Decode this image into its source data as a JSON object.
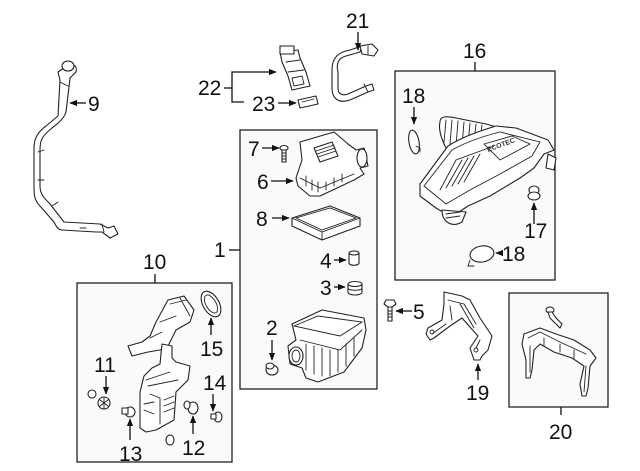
{
  "diagram": {
    "type": "exploded-parts-diagram",
    "subject": "Air intake / air cleaner assembly",
    "colors": {
      "line": "#222222",
      "box_fill": "#fafafa",
      "background": "#ffffff"
    },
    "groups": [
      {
        "id": "1",
        "label": "1",
        "contains": [
          "2",
          "3",
          "4",
          "6",
          "7",
          "8"
        ]
      },
      {
        "id": "10",
        "label": "10",
        "contains": [
          "11",
          "12",
          "13",
          "14",
          "15"
        ]
      },
      {
        "id": "16",
        "label": "16",
        "contains": [
          "17",
          "18",
          "18"
        ]
      },
      {
        "id": "20",
        "label": "20",
        "contains": []
      },
      {
        "id": "22",
        "label": "22",
        "contains": [
          "23"
        ]
      }
    ],
    "callouts": {
      "c1": "1",
      "c2": "2",
      "c3": "3",
      "c4": "4",
      "c5": "5",
      "c6": "6",
      "c7": "7",
      "c8": "8",
      "c9": "9",
      "c10": "10",
      "c11": "11",
      "c12": "12",
      "c13": "13",
      "c14": "14",
      "c15": "15",
      "c16": "16",
      "c17": "17",
      "c18a": "18",
      "c18b": "18",
      "c19": "19",
      "c20": "20",
      "c21": "21",
      "c22": "22",
      "c23": "23"
    },
    "parts": [
      {
        "callout": "1",
        "name": "air-cleaner-assembly"
      },
      {
        "callout": "2",
        "name": "grommet"
      },
      {
        "callout": "3",
        "name": "insulator"
      },
      {
        "callout": "4",
        "name": "insulator"
      },
      {
        "callout": "5",
        "name": "bolt"
      },
      {
        "callout": "6",
        "name": "air-cleaner-cover"
      },
      {
        "callout": "7",
        "name": "screw"
      },
      {
        "callout": "8",
        "name": "air-filter-element"
      },
      {
        "callout": "9",
        "name": "vent-hose"
      },
      {
        "callout": "10",
        "name": "resonator-assembly"
      },
      {
        "callout": "11",
        "name": "grommet"
      },
      {
        "callout": "12",
        "name": "grommet"
      },
      {
        "callout": "13",
        "name": "push-pin"
      },
      {
        "callout": "14",
        "name": "push-pin"
      },
      {
        "callout": "15",
        "name": "seal"
      },
      {
        "callout": "16",
        "name": "air-intake-duct"
      },
      {
        "callout": "17",
        "name": "grommet"
      },
      {
        "callout": "18",
        "name": "clamp"
      },
      {
        "callout": "19",
        "name": "bracket"
      },
      {
        "callout": "20",
        "name": "bracket-assembly"
      },
      {
        "callout": "21",
        "name": "vent-hose"
      },
      {
        "callout": "22",
        "name": "mass-air-flow-sensor"
      },
      {
        "callout": "23",
        "name": "seal"
      }
    ],
    "embossed_text": {
      "duct_logo": "ECOTEC"
    }
  }
}
